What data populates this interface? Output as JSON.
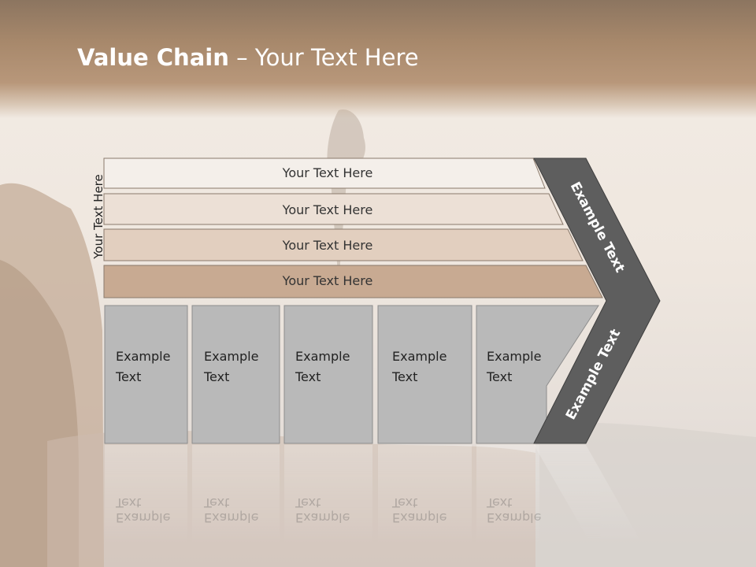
{
  "title": {
    "bold": "Value Chain",
    "rest": " – Your Text Here"
  },
  "side_label": "Your Text Here",
  "bars": [
    {
      "label": "Your Text Here",
      "color": "#f4efea"
    },
    {
      "label": "Your Text Here",
      "color": "#ece0d6"
    },
    {
      "label": "Your Text Here",
      "color": "#e2cfbf"
    },
    {
      "label": "Your Text Here",
      "color": "#c8aa92"
    }
  ],
  "boxes": [
    {
      "line1": "Example",
      "line2": "Text"
    },
    {
      "line1": "Example",
      "line2": "Text"
    },
    {
      "line1": "Example",
      "line2": "Text"
    },
    {
      "line1": "Example",
      "line2": "Text"
    },
    {
      "line1": "Example",
      "line2": "Text"
    }
  ],
  "arrow": {
    "top_label": "Example Text",
    "bottom_label": "Example Text",
    "color": "#5e5e5e"
  },
  "colors": {
    "box_fill": "#b9b9b9",
    "header": "#a7886b"
  }
}
